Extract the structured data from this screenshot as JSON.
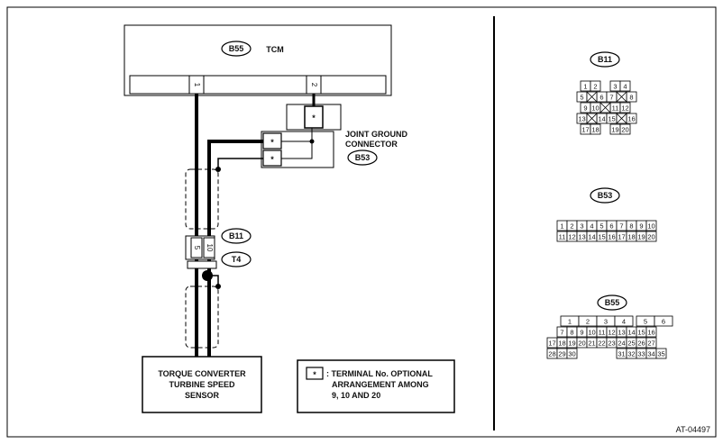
{
  "tcm": {
    "badge": "B55",
    "label": "TCM",
    "pin_left": "1",
    "pin_right": "2"
  },
  "joint_ground": {
    "line1": "JOINT GROUND",
    "line2": "CONNECTOR",
    "badge": "B53",
    "star": "*"
  },
  "b11_badge": "B11",
  "t4_badge": "T4",
  "inline_pins": [
    "5",
    "10"
  ],
  "sensor": {
    "line1": "TORQUE CONVERTER",
    "line2": "TURBINE SPEED",
    "line3": "SENSOR"
  },
  "note": {
    "star": "*",
    "line1": ": TERMINAL No. OPTIONAL",
    "line2": "ARRANGEMENT AMONG",
    "line3": "9, 10 AND 20"
  },
  "connectors": {
    "b11": {
      "title": "B11",
      "row1": [
        "1",
        "2",
        "3",
        "4"
      ],
      "row2": [
        "5",
        "6",
        "7",
        "8"
      ],
      "row3": [
        "9",
        "10",
        "11",
        "12"
      ],
      "row4": [
        "13",
        "14",
        "15",
        "16"
      ],
      "row5": [
        "17",
        "18",
        "19",
        "20"
      ]
    },
    "b53": {
      "title": "B53",
      "row1": [
        "1",
        "2",
        "3",
        "4",
        "5",
        "6",
        "7",
        "8",
        "9",
        "10"
      ],
      "row2": [
        "11",
        "12",
        "13",
        "14",
        "15",
        "16",
        "17",
        "18",
        "19",
        "20"
      ]
    },
    "b55": {
      "title": "B55",
      "row1": [
        "1",
        "2",
        "3",
        "4",
        "5",
        "6"
      ],
      "row2": [
        "7",
        "8",
        "9",
        "10",
        "11",
        "12",
        "13",
        "14",
        "15",
        "16"
      ],
      "row3": [
        "17",
        "18",
        "19",
        "20",
        "21",
        "22",
        "23",
        "24",
        "25",
        "26",
        "27"
      ],
      "row4": [
        "28",
        "29",
        "30",
        "31",
        "32",
        "33",
        "34",
        "35"
      ]
    }
  },
  "figure_code": "AT-04497"
}
